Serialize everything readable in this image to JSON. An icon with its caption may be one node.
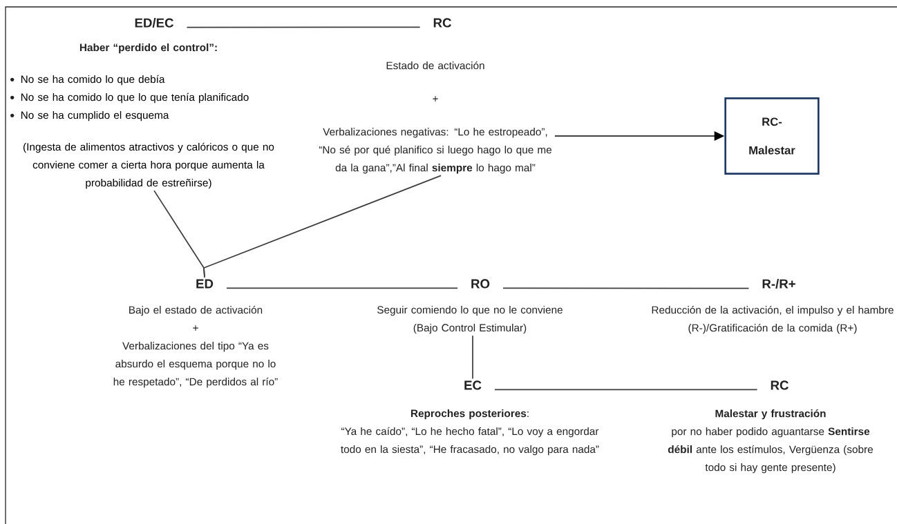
{
  "diagram": {
    "nodes": [
      {
        "text": [
          "ED/EC"
        ]
      },
      {
        "text": [
          "RC"
        ]
      },
      {
        "text": [
          "Haber “perdido el control”:",
          "No se ha comido lo que debía",
          "No se ha comido lo que lo que tenía planificado",
          "No se ha cumplido el esquema",
          "(Ingesta de alimentos atractivos y calóricos o que no conviene comer a cierta hora porque aumenta la probabilidad de estreñirse)"
        ]
      },
      {
        "text": [
          "Estado de activación",
          "+",
          "Verbalizaciones negativas: “Lo he estropeado”, “No sé por qué planifico si luego hago lo que me da la gana”,”Al final **siempre** lo hago mal”"
        ]
      },
      {
        "text": [
          "RC-",
          "Malestar"
        ]
      },
      {
        "text": [
          "ED"
        ]
      },
      {
        "text": [
          "RO"
        ]
      },
      {
        "text": [
          "R-/R+"
        ]
      },
      {
        "text": [
          "Bajo el estado de activación",
          "+",
          "Verbalizaciones del tipo “Ya es absurdo el esquema porque no lo he respetado”, “De perdidos al río”"
        ]
      },
      {
        "text": [
          "Seguir comiendo lo que no le conviene (Bajo Control Estimular)"
        ]
      },
      {
        "text": [
          "Reducción de la activación, el impulso y el hambre (R-)/Gratificación de la comida (R+)"
        ]
      },
      {
        "text": [
          "EC"
        ]
      },
      {
        "text": [
          "RC"
        ]
      },
      {
        "text": [
          "**Reproches posteriores**:",
          "“Ya he caído”, “Lo he hecho fatal”, “Lo voy a engordar todo en la siesta”, “He fracasado, no valgo para nada”"
        ]
      },
      {
        "text": [
          "Malestar y frustración",
          "por no haber podido aguantarse **Sentirse débil** ante los estímulos, Vergüenza (sobre todo si hay gente presente)"
        ]
      }
    ],
    "edges": [
      {
        "from": 0,
        "to": 1,
        "arrow": "none"
      },
      {
        "from": 2,
        "to": 5,
        "arrow": "none"
      },
      {
        "from": 3,
        "to": 5,
        "arrow": "none"
      },
      {
        "from": 3,
        "to": 4,
        "arrow": "to"
      },
      {
        "from": 5,
        "to": 6,
        "arrow": "none"
      },
      {
        "from": 6,
        "to": 7,
        "arrow": "none"
      },
      {
        "from": 9,
        "to": 11,
        "arrow": "none"
      },
      {
        "from": 11,
        "to": 12,
        "arrow": "none"
      }
    ]
  }
}
